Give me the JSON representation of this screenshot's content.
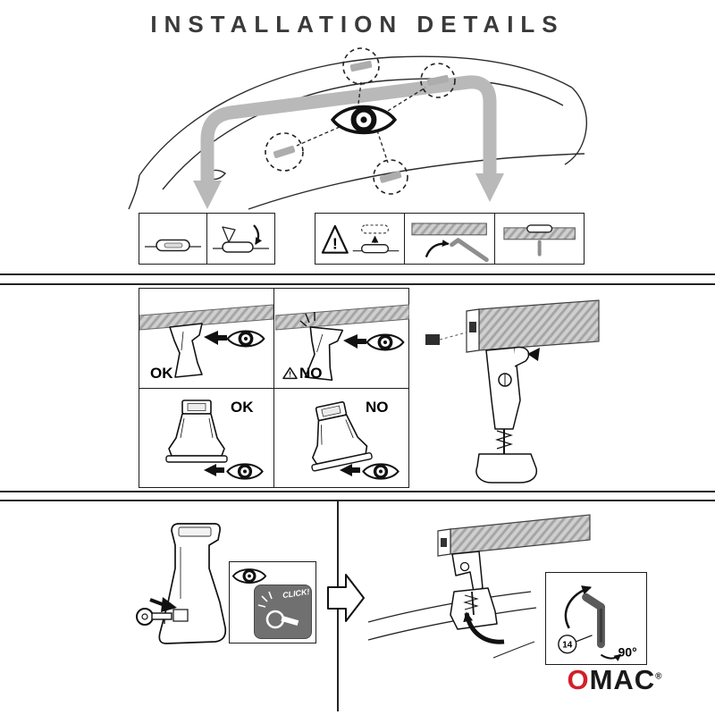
{
  "title": "INSTALLATION DETAILS",
  "panel": {
    "ok_top": "OK",
    "no_top": "NO",
    "ok_bottom": "OK",
    "no_bottom": "NO"
  },
  "labels": {
    "warning": "!",
    "click": "CLICK!",
    "step": "14",
    "angle": "90°"
  },
  "brand": {
    "first": "O",
    "rest": "MAC",
    "reg": "®"
  },
  "colors": {
    "accent": "#d1202a",
    "gray_band": "#b9b9b9",
    "line": "#1a1a1a"
  }
}
